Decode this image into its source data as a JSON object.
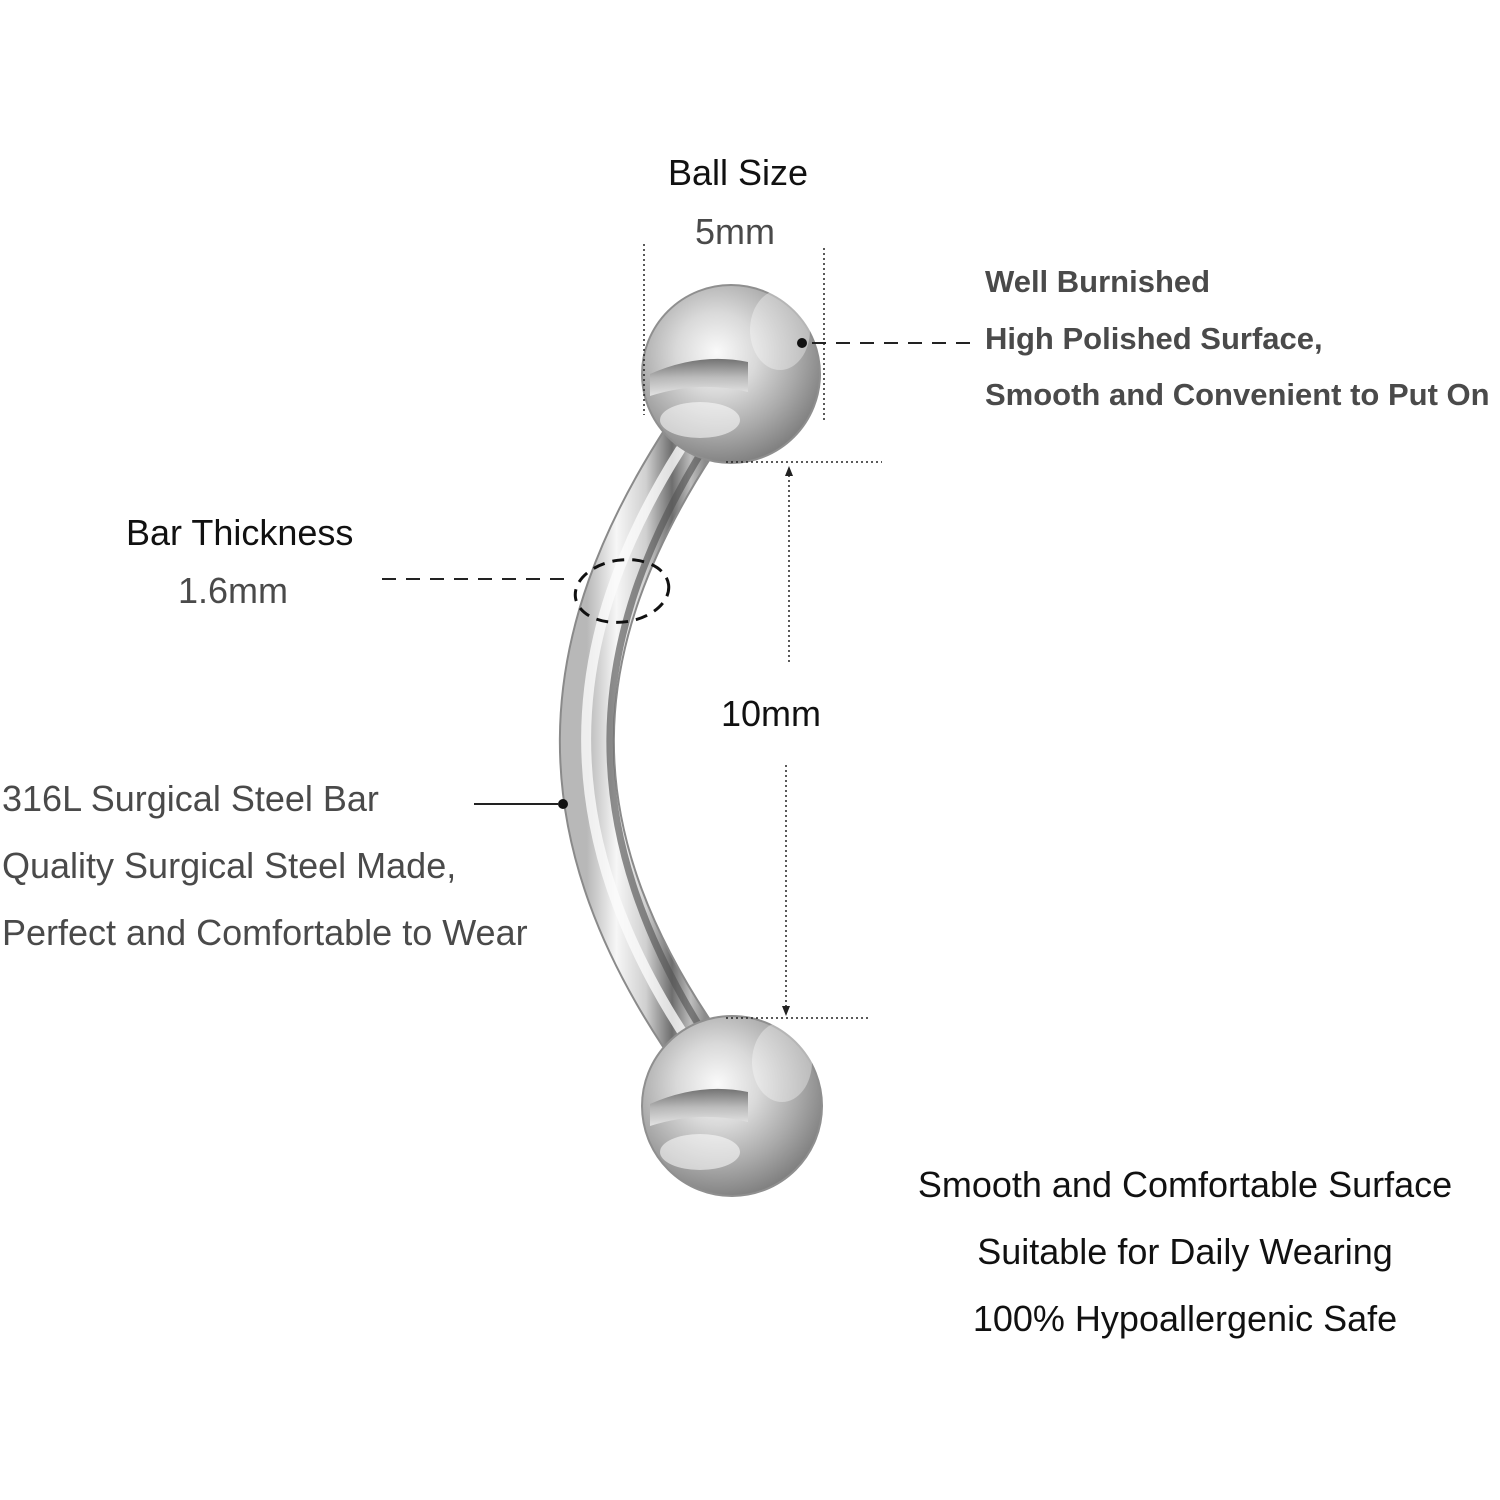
{
  "ball_size": {
    "title": "Ball Size",
    "value": "5mm"
  },
  "ball_note": {
    "line1": "Well Burnished",
    "line2": "High Polished Surface,",
    "line3": "Smooth and Convenient to Put On"
  },
  "bar_thickness": {
    "title": "Bar Thickness",
    "value": "1.6mm"
  },
  "bar_length": {
    "value": "10mm"
  },
  "steel_note": {
    "line1": "316L Surgical Steel Bar",
    "line2": "Quality Surgical Steel Made,",
    "line3": "Perfect and Comfortable to Wear"
  },
  "features": {
    "line1": "Smooth and Comfortable Surface",
    "line2": "Suitable for Daily Wearing",
    "line3": "100% Hypoallergenic Safe"
  },
  "colors": {
    "text_dark": "#111111",
    "text_grey": "#4a4a4a",
    "steel_light": "#f4f4f4",
    "steel_mid": "#c7c7c7",
    "steel_dark": "#7a7a7a",
    "background": "#ffffff"
  }
}
